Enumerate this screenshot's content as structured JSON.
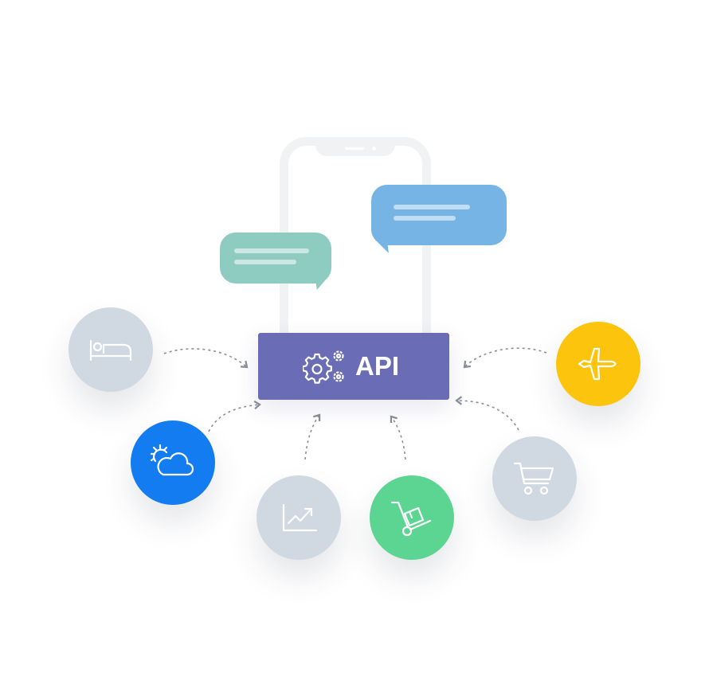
{
  "api": {
    "label": "API"
  },
  "colors": {
    "api_box": "#6a6db5",
    "bubble_green": "#8ecbc1",
    "bubble_blue": "#75b4e4",
    "node_neutral": "#d0d8e2",
    "node_weather": "#137cf0",
    "node_delivery": "#5dd592",
    "node_flight": "#fdc40d",
    "connector": "#8a8f98"
  },
  "nodes": [
    {
      "name": "hotel",
      "icon": "bed-icon"
    },
    {
      "name": "weather",
      "icon": "sun-cloud-icon"
    },
    {
      "name": "analytics",
      "icon": "trend-chart-icon"
    },
    {
      "name": "delivery",
      "icon": "hand-truck-icon"
    },
    {
      "name": "shopping",
      "icon": "cart-icon"
    },
    {
      "name": "flights",
      "icon": "airplane-icon"
    }
  ]
}
